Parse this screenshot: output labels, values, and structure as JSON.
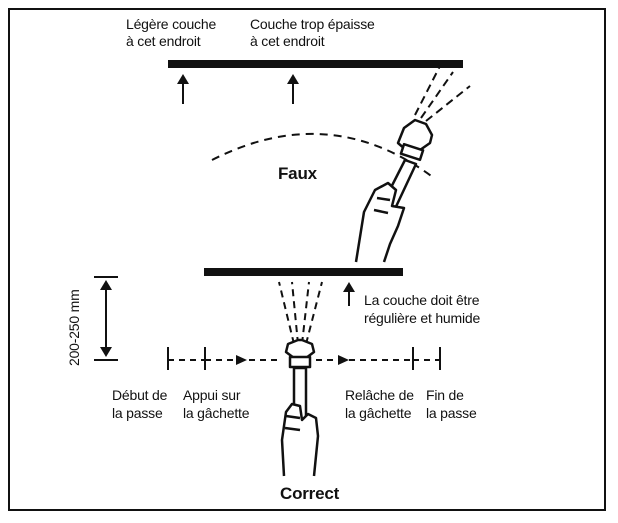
{
  "labels": {
    "light_coat_1": "Légère couche",
    "light_coat_2": "à cet endroit",
    "thick_coat_1": "Couche trop épaisse",
    "thick_coat_2": "à cet endroit",
    "wrong": "Faux",
    "distance": "200-250 mm",
    "even_coat_1": "La couche doit être",
    "even_coat_2": "régulière et humide",
    "pass_start_1": "Début de",
    "pass_start_2": "la passe",
    "trigger_press_1": "Appui sur",
    "trigger_press_2": "la gâchette",
    "trigger_release_1": "Relâche de",
    "trigger_release_2": "la gâchette",
    "pass_end_1": "Fin de",
    "pass_end_2": "la passe",
    "correct": "Correct"
  },
  "colors": {
    "ink": "#111111",
    "background": "#ffffff"
  }
}
